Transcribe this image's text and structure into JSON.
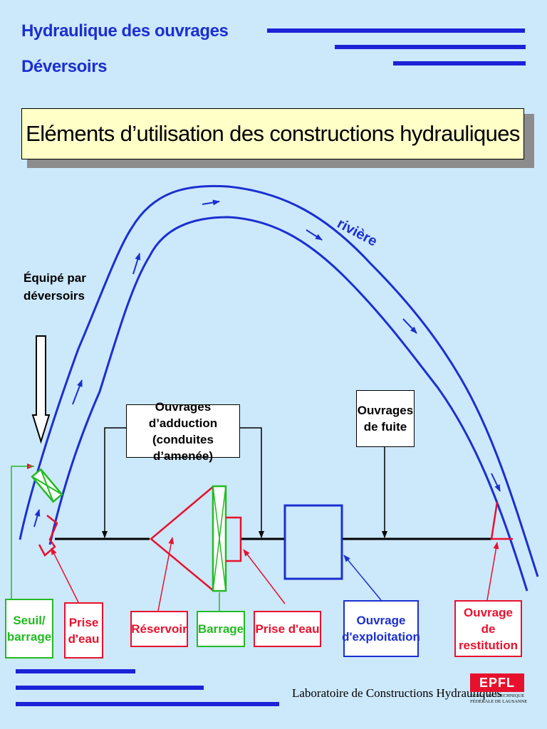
{
  "header": {
    "line1": "Hydraulique des ouvrages",
    "line2": "Déversoirs"
  },
  "title": "Eléments d’utilisation des constructions hydrauliques",
  "diagram": {
    "river_label": "rivière",
    "equipped_label_line1": "Équipé par",
    "equipped_label_line2": "déversoirs",
    "adduction_line1": "Ouvrages d’adduction",
    "adduction_line2": "(conduites d’amenée)",
    "fuite_line1": "Ouvrages",
    "fuite_line2": "de fuite",
    "labels": {
      "seuil_line1": "Seuil/",
      "seuil_line2": "barrage",
      "prise1_line1": "Prise",
      "prise1_line2": "d'eau",
      "reservoir": "Réservoir",
      "barrage": "Barrage",
      "prise2": "Prise d'eau",
      "exploitation_line1": "Ouvrage",
      "exploitation_line2": "d'exploitation",
      "restitution_line1": "Ouvrage de",
      "restitution_line2": "restitution"
    }
  },
  "footer": {
    "lab": "Laboratoire de Constructions Hydrauliques",
    "logo_text": "EPFL",
    "logo_sub1": "ÉCOLE POLYTECHNIQUE",
    "logo_sub2": "FÉDÉRALE DE LAUSANNE"
  },
  "colors": {
    "background": "#cce8fb",
    "blue": "#1b2fd0",
    "red": "#e8112d",
    "green": "#22bb22",
    "title_bg": "#ffffc8"
  }
}
